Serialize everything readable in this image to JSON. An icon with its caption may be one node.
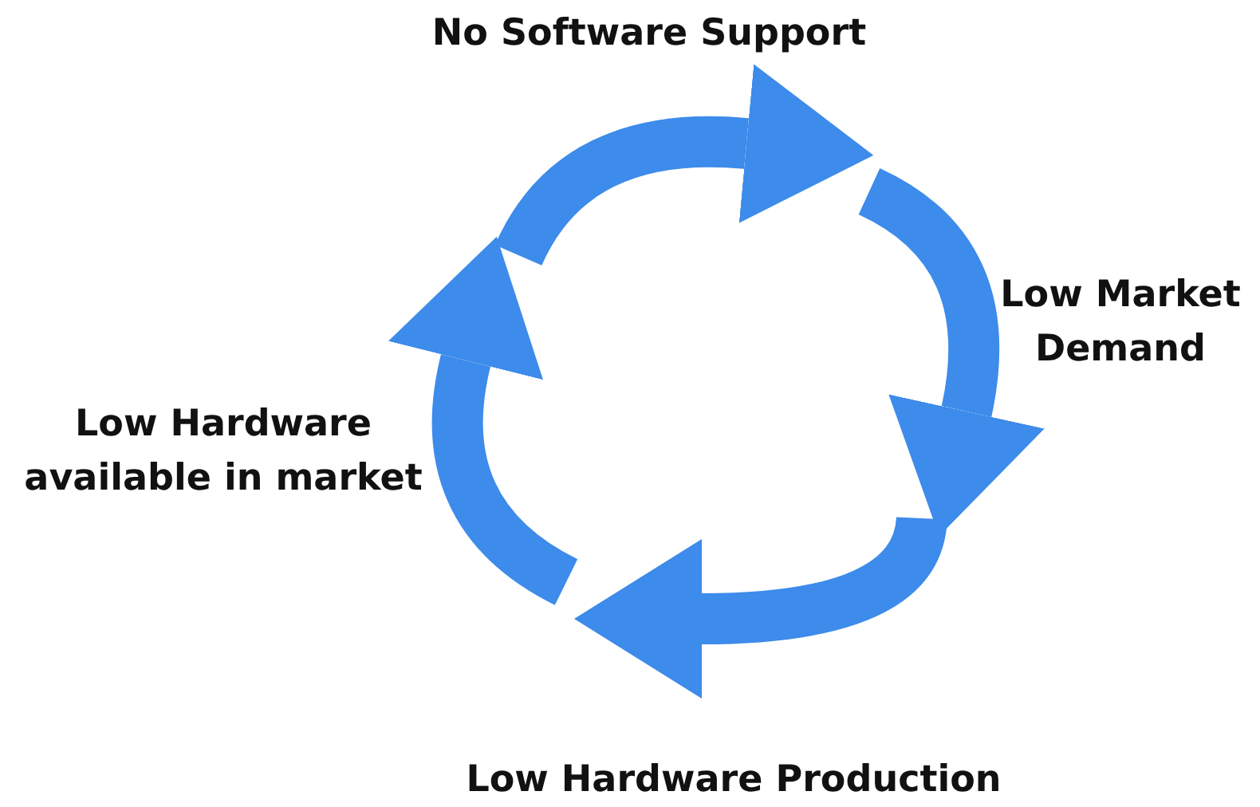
{
  "diagram": {
    "labels": [
      "No Software Support",
      "Low Market Demand",
      "Low Hardware Production",
      "Low Hardware available in market"
    ]
  }
}
